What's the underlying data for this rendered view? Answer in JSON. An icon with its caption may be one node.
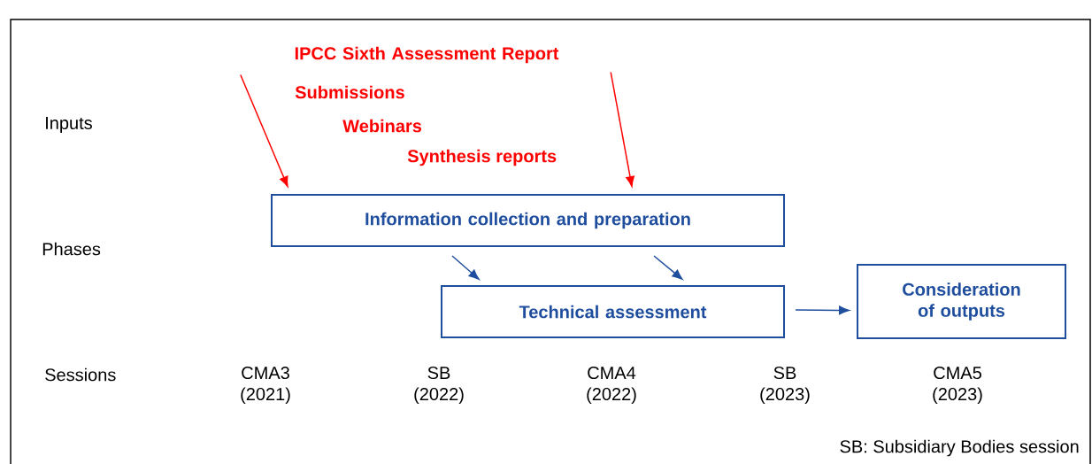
{
  "diagram": {
    "nodes": [
      {
        "text": [
          "IPCC Sixth Assessment Report"
        ]
      },
      {
        "text": [
          "Information collection and preparation"
        ]
      },
      {
        "text": [
          "Technical assessment"
        ]
      },
      {
        "text": [
          "Consideration of outputs"
        ]
      }
    ],
    "edges": [
      {
        "from": 0,
        "to": 1,
        "arrow": "to",
        "color": "#ff0000"
      },
      {
        "from": 0,
        "to": 1,
        "arrow": "to",
        "color": "#ff0000"
      },
      {
        "from": 1,
        "to": 2,
        "arrow": "to"
      },
      {
        "from": 1,
        "to": 2,
        "arrow": "to"
      },
      {
        "from": 2,
        "to": 3,
        "arrow": "to"
      }
    ],
    "labels": [
      "Submissions",
      "Inputs",
      "Webinars",
      "Synthesis reports",
      "Phases",
      "Sessions",
      "CMA3 (2021)",
      "SB (2022)",
      "CMA4 (2022)",
      "SB (2023)",
      "CMA5 (2023)",
      "SB: Subsidiary Bodies session"
    ]
  }
}
